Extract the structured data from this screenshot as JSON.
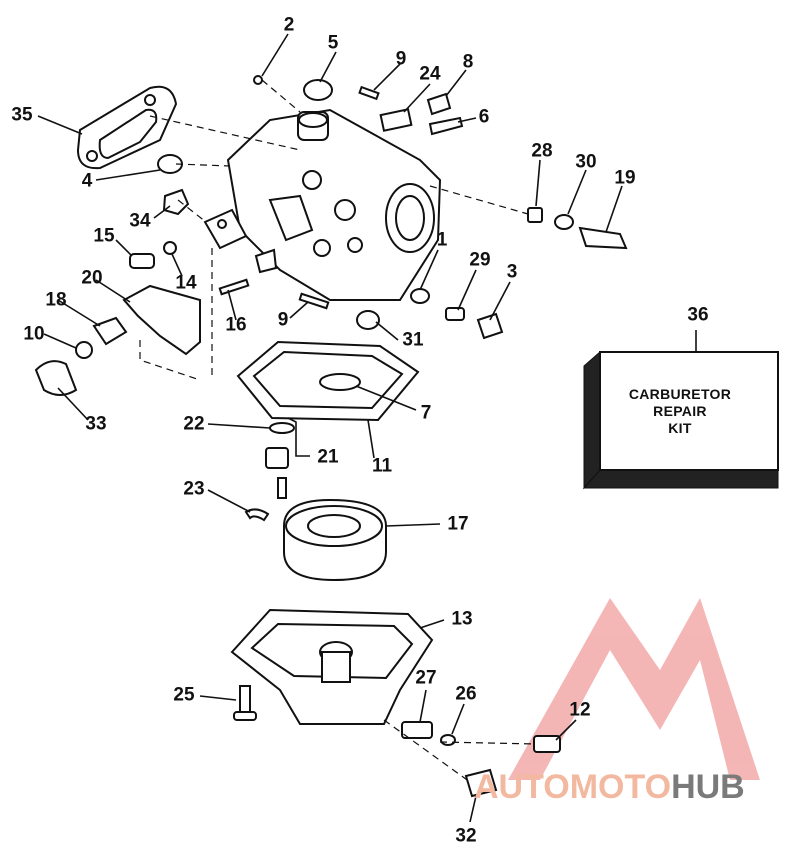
{
  "labels": {
    "p1": "1",
    "p2": "2",
    "p3": "3",
    "p4": "4",
    "p5": "5",
    "p6": "6",
    "p7": "7",
    "p8": "8",
    "p9a": "9",
    "p9b": "9",
    "p10": "10",
    "p11": "11",
    "p12": "12",
    "p13": "13",
    "p14": "14",
    "p15": "15",
    "p16": "16",
    "p17": "17",
    "p18": "18",
    "p19": "19",
    "p20": "20",
    "p21": "21",
    "p22": "22",
    "p23": "23",
    "p24": "24",
    "p25": "25",
    "p26": "26",
    "p27": "27",
    "p28": "28",
    "p29": "29",
    "p30": "30",
    "p31": "31",
    "p32": "32",
    "p33": "33",
    "p34": "34",
    "p35": "35",
    "p36": "36"
  },
  "kit": {
    "line1": "CARBURETOR",
    "line2": "REPAIR",
    "line3": "KIT"
  },
  "watermark": {
    "part1": "AUTOMOTO",
    "part2": "HUB",
    "color_accent": "#e87070",
    "color_text": "#7a7a7a"
  }
}
